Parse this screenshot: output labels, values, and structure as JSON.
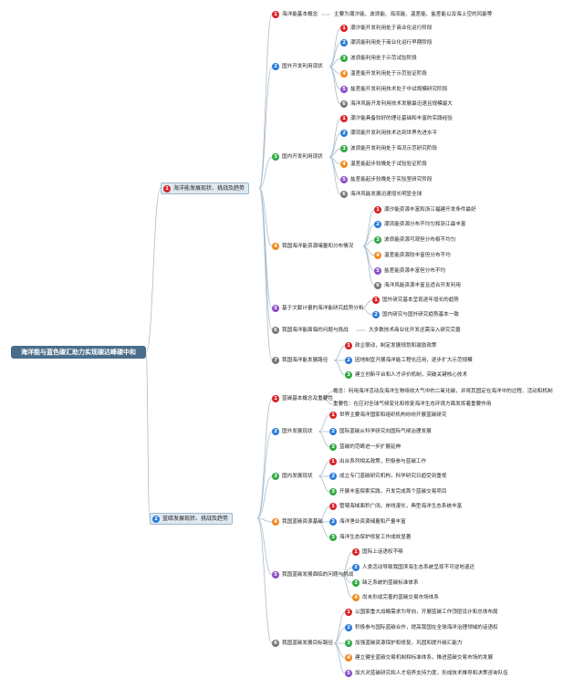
{
  "root": "海洋能与蓝色碳汇助力实现碳达峰碳中和",
  "colors": [
    "#d9242b",
    "#2a7bd8",
    "#2fa843",
    "#ef8a1e",
    "#8a4ec7",
    "#777777",
    "#777777"
  ],
  "branches": [
    {
      "label": "海洋能发展现状、挑战及趋势",
      "children": [
        {
          "num": "1",
          "label": "海洋能基本概念",
          "note": "主要为潮汐能、波浪能、海流能、温差能、盐差能以及海上空的风能等",
          "children": []
        },
        {
          "num": "2",
          "label": "国外开发利用现状",
          "children": [
            {
              "num": "1",
              "label": "潮汐能开发利用处于商业化运行阶段"
            },
            {
              "num": "2",
              "label": "潮流能利用处于商业化运行早期阶段"
            },
            {
              "num": "3",
              "label": "波浪能利用处于示范试验阶段"
            },
            {
              "num": "4",
              "label": "温差能开发利用处于示范验证阶段"
            },
            {
              "num": "5",
              "label": "盐差能开发利用技术处于中试规模研究阶段"
            },
            {
              "num": "6",
              "label": "海洋风能开发利用技术发展最迅速且规模最大"
            }
          ]
        },
        {
          "num": "3",
          "label": "国内开发利用现状",
          "children": [
            {
              "num": "1",
              "label": "潮汐能具备较好的理论基础和丰富的实践经验"
            },
            {
              "num": "2",
              "label": "潮流能开发利用技术达到世界先进水平"
            },
            {
              "num": "3",
              "label": "波浪能开发利用处于海况示范研究阶段"
            },
            {
              "num": "4",
              "label": "温差能起步较晚处于试验验证阶段"
            },
            {
              "num": "5",
              "label": "盐差能起步较晚处于实验室研究阶段"
            },
            {
              "num": "6",
              "label": "海洋风能发展迅速增长明显全球"
            }
          ]
        },
        {
          "num": "4",
          "label": "我国海洋能资源储量和分布情况",
          "children": [
            {
              "num": "1",
              "label": "潮汐能资源丰富和浙江福建开发条件最好"
            },
            {
              "num": "2",
              "label": "潮流能资源分布不均匀和浙江最丰富"
            },
            {
              "num": "3",
              "label": "波浪能资源可观但分布极不均匀"
            },
            {
              "num": "4",
              "label": "温差能资源较丰富但分布不均"
            },
            {
              "num": "5",
              "label": "盐差能资源丰富但分布不均"
            },
            {
              "num": "6",
              "label": "海洋风能资源丰富且适合开发利用"
            }
          ]
        },
        {
          "num": "5",
          "label": "基于文献计量的海洋能研究趋势分析",
          "children": [
            {
              "num": "1",
              "label": "国外研究基本呈现逐年增长的趋势"
            },
            {
              "num": "2",
              "label": "国内研究与国外研究趋势基本一致"
            }
          ]
        },
        {
          "num": "6",
          "label": "我国海洋能面临的问题与挑战",
          "note": "大多数技术商业化开发还需深入研究完善",
          "children": []
        },
        {
          "num": "7",
          "label": "我国海洋能发展路径",
          "children": [
            {
              "num": "1",
              "label": "政企联动，制定发展规划和激励政策"
            },
            {
              "num": "2",
              "label": "因地制宜开展海洋能工程化应用，逐步扩大示范规模"
            },
            {
              "num": "3",
              "label": "建立创新平台和人才评价机制，突破关键核心技术"
            }
          ]
        }
      ]
    },
    {
      "label": "蓝碳发展现状、挑战及趋势",
      "children": [
        {
          "num": "1",
          "label": "蓝碳基本概念及重要性",
          "children": [
            {
              "num": "",
              "label": "概念：利用海洋活动及海洋生物吸收大气中的二氧化碳，并将其固定在海洋中的过程、活动和机制"
            },
            {
              "num": "",
              "label": "重要性：在应对全球气候变化和修复海洋生态环境方面发挥着重要作用"
            }
          ]
        },
        {
          "num": "2",
          "label": "国外发展现状",
          "children": [
            {
              "num": "1",
              "label": "世界主要海洋国家和组织机构纷纷开展蓝碳研究"
            },
            {
              "num": "2",
              "label": "国际蓝碳从科学研究向国际气候治理发展"
            },
            {
              "num": "3",
              "label": "蓝碳的范畴进一步扩展延伸"
            }
          ]
        },
        {
          "num": "3",
          "label": "国内发展现状",
          "children": [
            {
              "num": "1",
              "label": "出台系列相关政策，积极参与蓝碳工作"
            },
            {
              "num": "2",
              "label": "成立专门蓝碳研究机构，科学研究日趋受到重视"
            },
            {
              "num": "3",
              "label": "开展丰富探索实践，开发完成首个蓝碳交易项目"
            }
          ]
        },
        {
          "num": "4",
          "label": "我国蓝碳资源基础",
          "children": [
            {
              "num": "1",
              "label": "管辖海域面积广阔，岸线漫长，典型海洋生态系统丰富"
            },
            {
              "num": "2",
              "label": "海洋渔业资源储量和产量丰富"
            },
            {
              "num": "3",
              "label": "海洋生态保护修复工作成效显著"
            }
          ]
        },
        {
          "num": "5",
          "label": "我国蓝碳发展面临的问题与挑战",
          "children": [
            {
              "num": "1",
              "label": "国际上话语权不够"
            },
            {
              "num": "2",
              "label": "人类活动导致我国滨海生态系统呈现不可逆地退还"
            },
            {
              "num": "3",
              "label": "缺乏系统的蓝碳标准体系"
            },
            {
              "num": "4",
              "label": "尚未形成完善的蓝碳交易市场体系"
            }
          ]
        },
        {
          "num": "6",
          "label": "我国蓝碳发展目标路径",
          "children": [
            {
              "num": "1",
              "label": "以国家重大战略需求为导向，开展蓝碳工作顶层设计和总体布局"
            },
            {
              "num": "2",
              "label": "积极参与国际蓝碳合作，提高我国在全球海洋治理领域的话语权"
            },
            {
              "num": "3",
              "label": "加强蓝碳资源保护和修复，巩固和提升碳汇能力"
            },
            {
              "num": "4",
              "label": "建立健全蓝碳交易机制和标准体系，推进蓝碳交易市场的发展"
            },
            {
              "num": "5",
              "label": "加大对蓝碳研究和人才培养支持力度，形成技术推导和决策咨询队伍"
            }
          ]
        }
      ]
    }
  ]
}
